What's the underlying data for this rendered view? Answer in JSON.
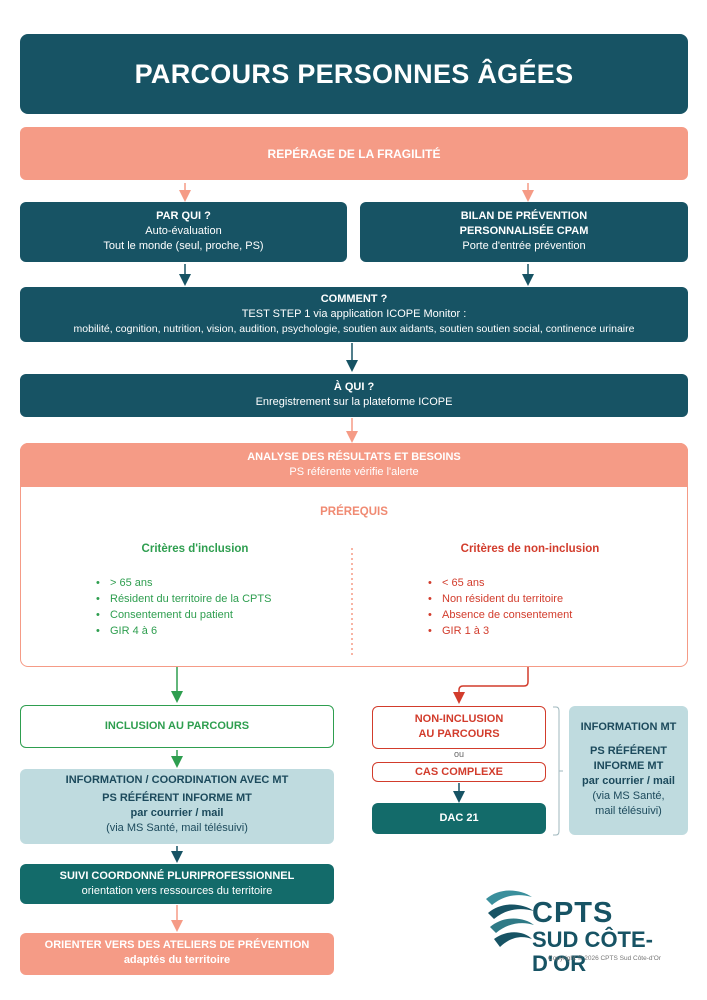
{
  "header": {
    "title": "PARCOURS PERSONNES ÂGÉES"
  },
  "reperage": {
    "title": "REPÉRAGE DE LA FRAGILITÉ"
  },
  "par_qui": {
    "title": "PAR QUI ?",
    "line1": "Auto-évaluation",
    "line2": "Tout le monde (seul, proche, PS)"
  },
  "bilan": {
    "title1": "BILAN DE PRÉVENTION",
    "title2": "PERSONNALISÉE CPAM",
    "line1": "Porte d'entrée prévention"
  },
  "comment": {
    "title": "COMMENT ?",
    "line1": "TEST STEP 1 via application ICOPE Monitor :",
    "line2": "mobilité, cognition, nutrition, vision, audition, psychologie, soutien aux aidants, soutien soutien social, continence urinaire"
  },
  "a_qui": {
    "title": "À QUI ?",
    "line1": "Enregistrement sur la plateforme ICOPE"
  },
  "analyse": {
    "title": "ANALYSE DES RÉSULTATS ET BESOINS",
    "line1": "PS référente vérifie l'alerte"
  },
  "prerequis": {
    "title": "PRÉREQUIS",
    "inclusion": {
      "title": "Critères d'inclusion",
      "items": [
        "> 65 ans",
        "Résident du territoire de la CPTS",
        "Consentement du patient",
        "GIR 4 à 6"
      ]
    },
    "non_inclusion": {
      "title": "Critères de non-inclusion",
      "items": [
        "< 65 ans",
        "Non résident du territoire",
        "Absence de consentement",
        "GIR 1 à 3"
      ]
    }
  },
  "inclusion_parcours": {
    "title": "INCLUSION AU PARCOURS"
  },
  "info_coord": {
    "title": "INFORMATION / COORDINATION AVEC MT",
    "line1": "PS RÉFÉRENT INFORME MT",
    "line2": "par courrier / mail",
    "line3": "(via MS Santé, mail télésuivi)"
  },
  "suivi": {
    "title": "SUIVI COORDONNÉ PLURIPROFESSIONNEL",
    "line1": "orientation vers ressources du territoire"
  },
  "orienter": {
    "title": "ORIENTER VERS DES ATELIERS DE PRÉVENTION",
    "line1": "adaptés du territoire"
  },
  "non_inclusion_parcours": {
    "title1": "NON-INCLUSION",
    "title2": "AU PARCOURS",
    "ou": "ou"
  },
  "cas_complexe": {
    "title": "CAS COMPLEXE"
  },
  "dac": {
    "title": "DAC 21"
  },
  "info_mt": {
    "title": "INFORMATION MT",
    "line1": "PS RÉFÉRENT",
    "line2": "INFORME MT",
    "line3": "par courrier / mail",
    "line4": "(via MS Santé,",
    "line5": "mail télésuivi)"
  },
  "logo": {
    "name1": "CPTS",
    "name2": "SUD CÔTE-D'OR",
    "copyright": "Copyright © 2026 CPTS Sud Côte-d'Or"
  },
  "colors": {
    "dark": "#175364",
    "salmon": "#f59b86",
    "green": "#2e9e4f",
    "red": "#d23c2c",
    "light": "#bfdbdf",
    "teal": "#136b6a"
  }
}
